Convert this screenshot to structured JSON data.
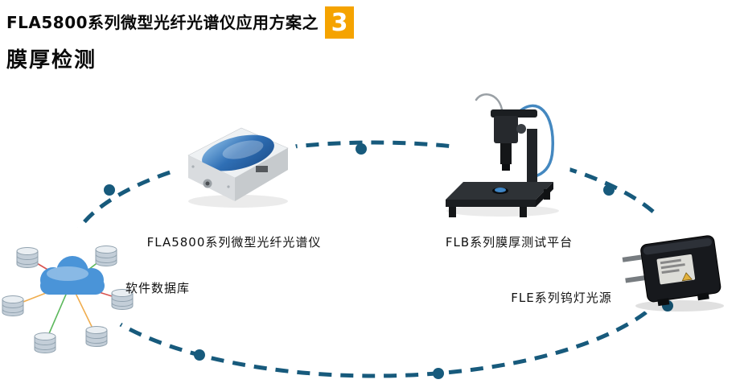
{
  "header": {
    "title": "FLA5800系列微型光纤光谱仪应用方案之",
    "badge": "3",
    "subtitle": "膜厚检测"
  },
  "nodes": {
    "spectrometer": {
      "label": "FLA5800系列微型光纤光谱仪"
    },
    "platform": {
      "label": "FLB系列膜厚测试平台"
    },
    "lamp": {
      "label": "FLE系列钨灯光源"
    },
    "database": {
      "label": "软件数据库"
    }
  },
  "icons": {
    "flow": "dashed-ellipse-flow",
    "markers": "flow-node-dots",
    "spectrometer": "spectrometer-device-icon",
    "platform": "film-thickness-stage-icon",
    "lamp": "tungsten-lamp-icon",
    "database": "cloud-database-network-icon"
  },
  "colors": {
    "accent_orange": "#f5a300",
    "flow_line": "#175a7c",
    "cloud_blue": "#4a94d8",
    "cable_blue": "#4488c0"
  }
}
